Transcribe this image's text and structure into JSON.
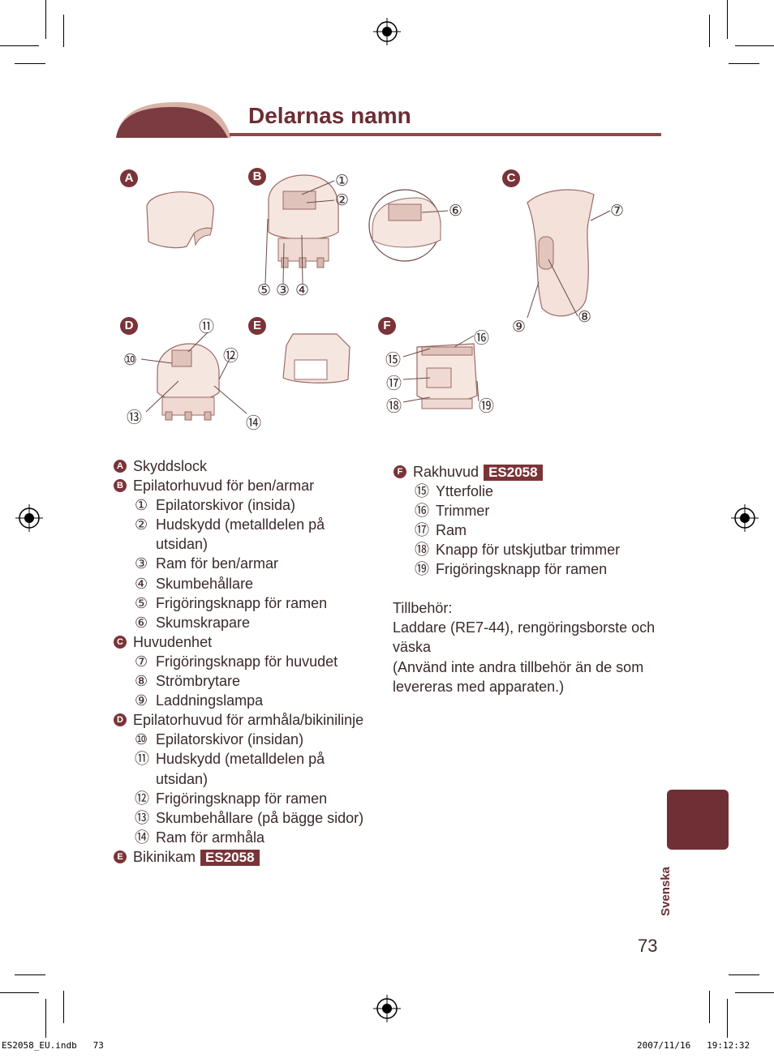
{
  "header": {
    "title": "Delarnas namn"
  },
  "figure": {
    "panels": [
      "A",
      "B",
      "C",
      "D",
      "E",
      "F"
    ],
    "callouts": [
      "①",
      "②",
      "③",
      "④",
      "⑤",
      "⑥",
      "⑦",
      "⑧",
      "⑨",
      "⑩",
      "⑪",
      "⑫",
      "⑬",
      "⑭",
      "⑮",
      "⑯",
      "⑰",
      "⑱",
      "⑲"
    ]
  },
  "parts": {
    "A": {
      "letter": "A",
      "label": "Skyddslock"
    },
    "B": {
      "letter": "B",
      "label": "Epilatorhuvud för ben/armar"
    },
    "b1": {
      "mark": "①",
      "label": "Epilatorskivor (insida)"
    },
    "b2": {
      "mark": "②",
      "label": "Hudskydd (metalldelen på",
      "label2": "utsidan)"
    },
    "b3": {
      "mark": "③",
      "label": "Ram för ben/armar"
    },
    "b4": {
      "mark": "④",
      "label": "Skumbehållare"
    },
    "b5": {
      "mark": "⑤",
      "label": "Frigöringsknapp för ramen"
    },
    "b6": {
      "mark": "⑥",
      "label": "Skumskrapare"
    },
    "C": {
      "letter": "C",
      "label": "Huvudenhet"
    },
    "c7": {
      "mark": "⑦",
      "label": "Frigöringsknapp för huvudet"
    },
    "c8": {
      "mark": "⑧",
      "label": "Strömbrytare"
    },
    "c9": {
      "mark": "⑨",
      "label": "Laddningslampa"
    },
    "D": {
      "letter": "D",
      "label": "Epilatorhuvud för armhåla/bikinilinje"
    },
    "d10": {
      "mark": "⑩",
      "label": "Epilatorskivor (insidan)"
    },
    "d11": {
      "mark": "⑪",
      "label": "Hudskydd (metalldelen på",
      "label2": "utsidan)"
    },
    "d12": {
      "mark": "⑫",
      "label": "Frigöringsknapp för ramen"
    },
    "d13": {
      "mark": "⑬",
      "label": "Skumbehållare (på bägge sidor)"
    },
    "d14": {
      "mark": "⑭",
      "label": "Ram för armhåla"
    },
    "E": {
      "letter": "E",
      "label": "Bikinikam",
      "badge": "ES2058"
    },
    "F": {
      "letter": "F",
      "label": "Rakhuvud",
      "badge": "ES2058"
    },
    "f15": {
      "mark": "⑮",
      "label": "Ytterfolie"
    },
    "f16": {
      "mark": "⑯",
      "label": "Trimmer"
    },
    "f17": {
      "mark": "⑰",
      "label": "Ram"
    },
    "f18": {
      "mark": "⑱",
      "label": "Knapp för utskjutbar trimmer"
    },
    "f19": {
      "mark": "⑲",
      "label": "Frigöringsknapp för ramen"
    }
  },
  "accessories": {
    "heading": "Tillbehör:",
    "line1": "Laddare (RE7-44), rengöringsborste och",
    "line2": "väska",
    "line3": "(Använd inte andra tillbehör än de som",
    "line4": "levereras med apparaten.)"
  },
  "side": {
    "language": "Svenska"
  },
  "page": {
    "number": "73"
  },
  "footer": {
    "file": "ES2058_EU.indb   73",
    "date": "2007/11/16   19:12:32"
  },
  "colors": {
    "accent": "#7a3438",
    "tab": "#6e3035",
    "line": "#8a4a4a"
  }
}
